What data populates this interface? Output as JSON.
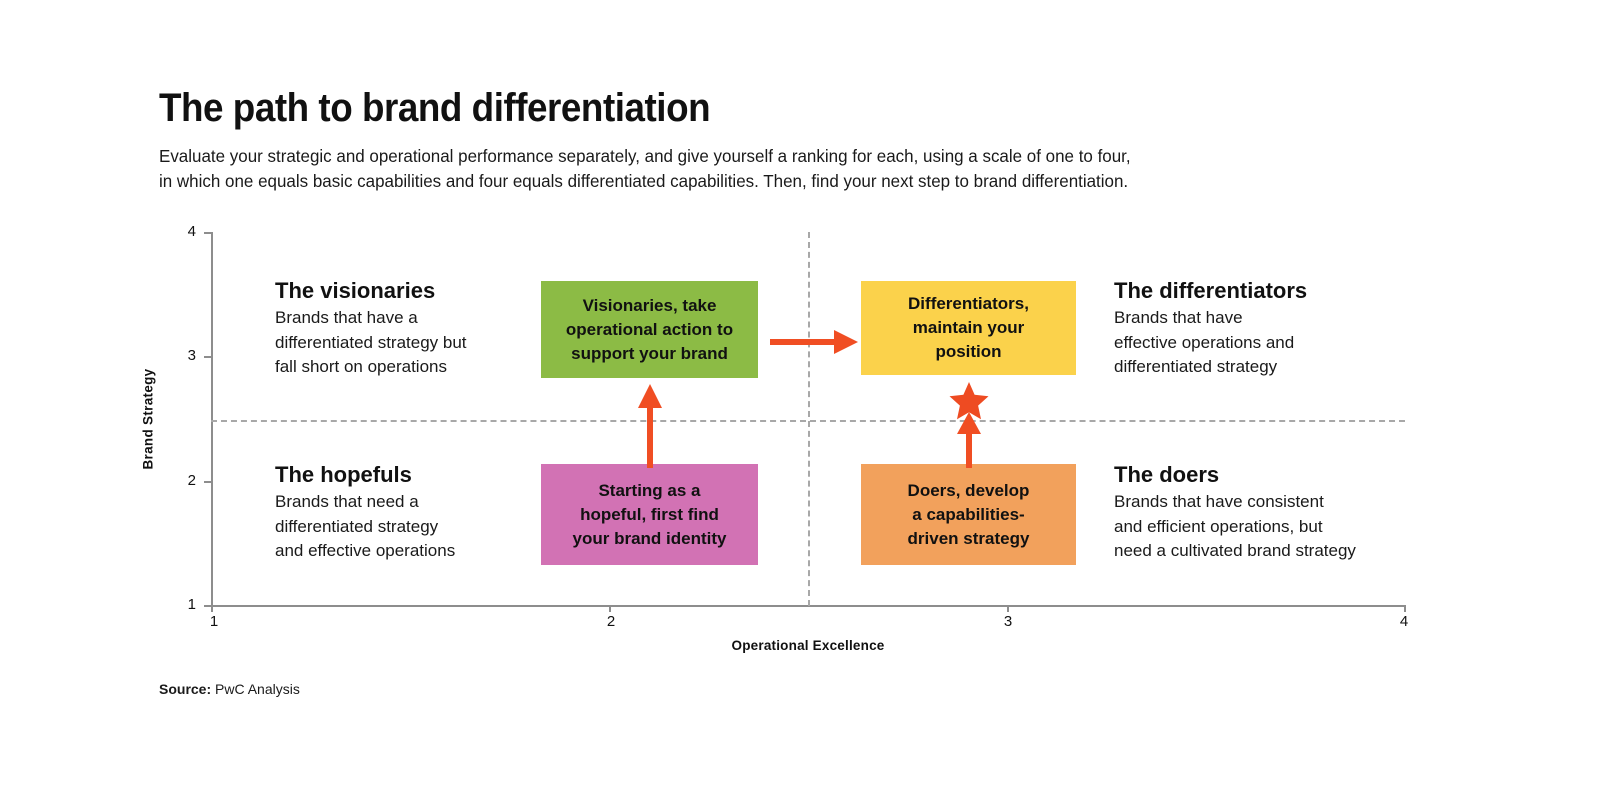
{
  "header": {
    "title": "The path to brand differentiation",
    "subtitle_lines": [
      "Evaluate your strategic and operational performance separately, and give yourself a ranking for each, using a scale of one to four,",
      "in which one equals basic capabilities and four equals differentiated capabilities. Then, find your next step to brand differentiation."
    ]
  },
  "source": {
    "label": "Source:",
    "value": "PwC Analysis"
  },
  "chart_data": {
    "type": "scatter",
    "title": "The path to brand differentiation",
    "xlabel": "Operational Excellence",
    "ylabel": "Brand Strategy",
    "xlim": [
      1,
      4
    ],
    "ylim": [
      1,
      4
    ],
    "xticks": [
      "1",
      "2",
      "3",
      "4"
    ],
    "yticks": [
      "1",
      "2",
      "3",
      "4"
    ],
    "grid": false,
    "legend": "none",
    "quadrant_dividers": {
      "x": 2.5,
      "y": 2.5,
      "style": "dashed"
    },
    "quadrants": [
      {
        "id": "visionaries",
        "position": "top-left",
        "title": "The visionaries",
        "description_lines": [
          "Brands that have a",
          "differentiated strategy but",
          "fall short on operations"
        ],
        "action_lines": [
          "Visionaries, take",
          "operational action to",
          "support your brand"
        ],
        "color": "#8CBB45"
      },
      {
        "id": "differentiators",
        "position": "top-right",
        "title": "The differentiators",
        "description_lines": [
          "Brands that have",
          "effective operations and",
          "differentiated strategy"
        ],
        "action_lines": [
          "Differentiators,",
          "maintain your",
          "position"
        ],
        "color": "#FCD council"
      },
      {
        "id": "hopefuls",
        "position": "bottom-left",
        "title": "The hopefuls",
        "description_lines": [
          "Brands that need a",
          "differentiated strategy",
          "and effective operations"
        ],
        "action_lines": [
          "Starting as a",
          "hopeful, first find",
          "your brand identity"
        ],
        "color": "#D272B4"
      },
      {
        "id": "doers",
        "position": "bottom-right",
        "title": "The doers",
        "description_lines": [
          "Brands that have consistent",
          "and efficient operations, but",
          "need a cultivated brand strategy"
        ],
        "action_lines": [
          "Doers, develop",
          "a capabilities-",
          "driven strategy"
        ],
        "color": "#F2A15C"
      }
    ],
    "markers": [
      {
        "name": "star",
        "x": 2.9,
        "y": 2.6,
        "shape": "star",
        "color": "#EE4B22"
      }
    ],
    "arrows": [
      {
        "from": "hopefuls",
        "to": "visionaries",
        "direction": "up",
        "color": "#F04E23"
      },
      {
        "from": "doers",
        "to": "differentiators",
        "direction": "up",
        "color": "#F04E23"
      },
      {
        "from": "visionaries",
        "to": "differentiators",
        "direction": "right",
        "color": "#F04E23"
      }
    ]
  },
  "colors": {
    "green": "#8CBB45",
    "yellow": "#FBD24B",
    "pink": "#D272B4",
    "orange": "#F2A15C",
    "arrow": "#F04E23",
    "star": "#EE4B22",
    "axis": "#8d8d8d",
    "divider": "#a8a8a8"
  }
}
